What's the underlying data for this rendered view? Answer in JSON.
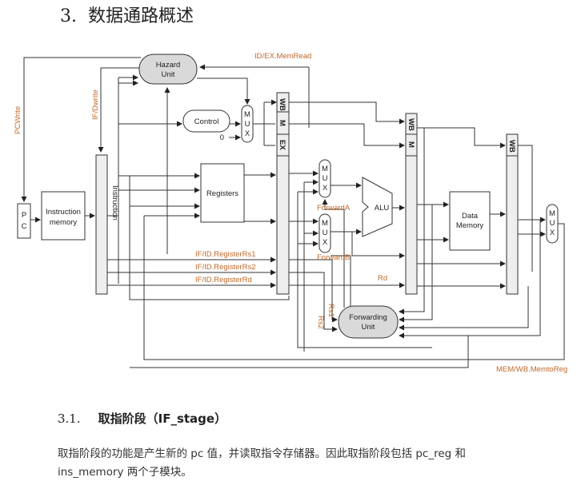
{
  "heading": {
    "number": "3.",
    "text": "数据通路概述"
  },
  "diagram": {
    "blocks": {
      "hazard_unit": [
        "Hazard",
        "Unit"
      ],
      "control": "Control",
      "registers": "Registers",
      "instruction_memory": [
        "Instruction",
        "memory"
      ],
      "pc": [
        "P",
        "C"
      ],
      "alu": "ALU",
      "data_memory": [
        "Data",
        "Memory"
      ],
      "forwarding_unit": [
        "Forwarding",
        "Unit"
      ],
      "mux": [
        "M",
        "U",
        "X"
      ],
      "zero": "0",
      "pipe_fields": {
        "wb": "WB",
        "m": "M",
        "ex": "EX"
      }
    },
    "signals": {
      "pcwrite": "PCWrite",
      "ifdwrite": "IF/Dwrite",
      "memread": "ID/EX.MemRead",
      "instruction": "Instruction",
      "rs1": "IF/ID.RegisterRs1",
      "rs2": "IF/ID.RegisterRs2",
      "rd": "IF/ID.RegisterRd",
      "rd_short": "Rd",
      "forwarda": "ForwardA",
      "forwardb": "ForwardB",
      "rs1_short": "Rs1",
      "rs2_short": "Rs2",
      "memtoreg": "MEM/WB.MemtoReg"
    },
    "colors": {
      "signal_label": "#c0692a",
      "unit_fill": "#d9d9d9",
      "register_fill": "#eeeeee"
    }
  },
  "section": {
    "number": "3.1.",
    "title": "取指阶段（IF_stage）"
  },
  "paragraph": {
    "line1": "取指阶段的功能是产生新的 pc 值，并读取指令存储器。因此取指阶段包括 pc_reg 和",
    "line2": "ins_memory 两个子模块。"
  }
}
